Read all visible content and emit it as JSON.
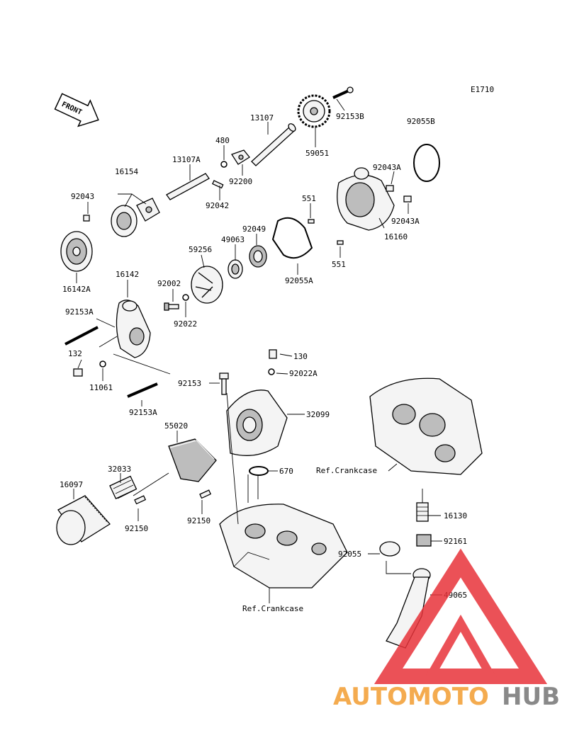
{
  "diagram": {
    "code": "E1710",
    "front_arrow": "FRONT",
    "ref_crankcase_left": "Ref.Crankcase",
    "ref_crankcase_right": "Ref.Crankcase",
    "parts": {
      "p13107": "13107",
      "p480": "480",
      "p92153B": "92153B",
      "p92055B": "92055B",
      "p13107A": "13107A",
      "p16154": "16154",
      "p92200": "92200",
      "p59051": "59051",
      "p92043A_top": "92043A",
      "p92043": "92043",
      "p92042": "92042",
      "p551_top": "551",
      "p92043A_bot": "92043A",
      "p92049": "92049",
      "p49063": "49063",
      "p59256": "59256",
      "p16160": "16160",
      "p551_bot": "551",
      "p16142A": "16142A",
      "p16142": "16142",
      "p92055A": "92055A",
      "p92002": "92002",
      "p92022": "92022",
      "p92153A_top": "92153A",
      "p130": "130",
      "p132": "132",
      "p92022A": "92022A",
      "p11061": "11061",
      "p92153": "92153",
      "p92153A_bot": "92153A",
      "p32099": "32099",
      "p55020": "55020",
      "p670": "670",
      "p32033": "32033",
      "p16097": "16097",
      "p16130": "16130",
      "p92150_left": "92150",
      "p92150_right": "92150",
      "p92161": "92161",
      "p92055": "92055",
      "p49065": "49065"
    }
  },
  "watermark": {
    "brand_auto": "AUTOMOTO",
    "brand_hub": "HUB",
    "color_red": "#e8333a",
    "color_orange": "#f3a33c",
    "color_gray": "#7d7d7d"
  }
}
